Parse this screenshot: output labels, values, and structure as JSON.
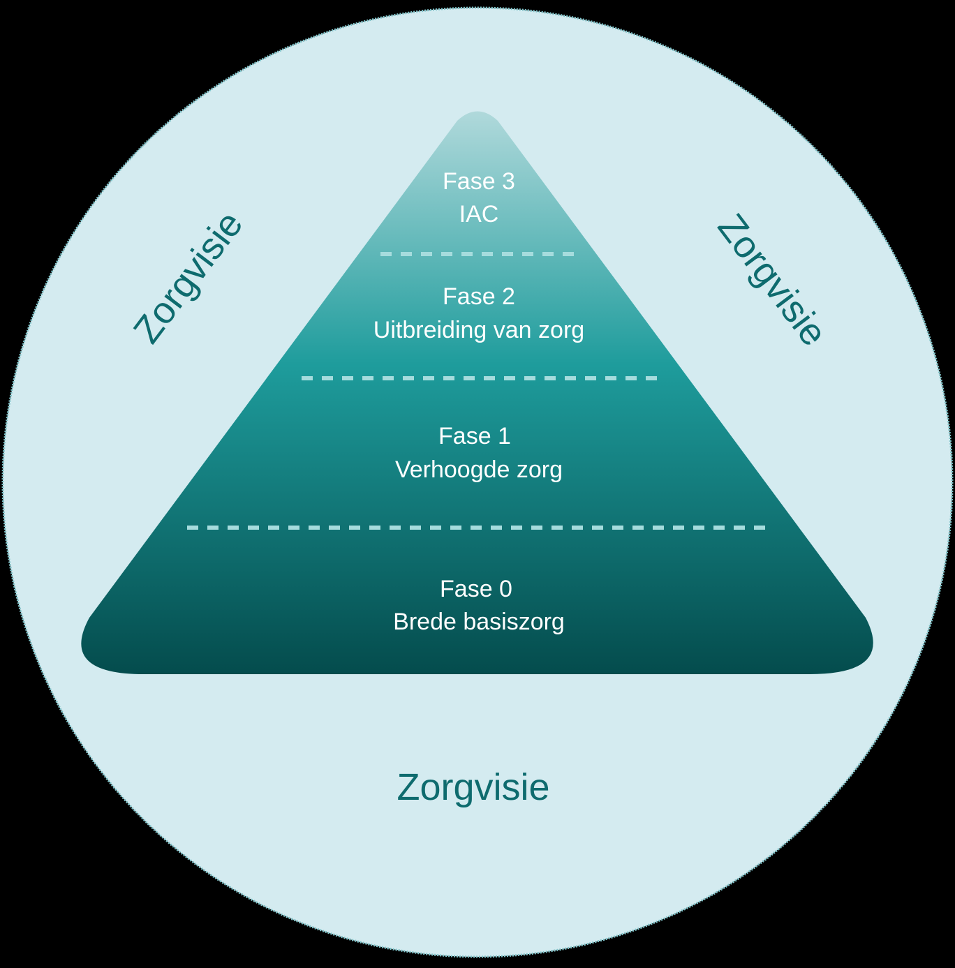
{
  "colors": {
    "background": "#000000",
    "circle_fill": "#d4ebf0",
    "circle_stroke": "#7fc3c9",
    "vision_text": "#0e6b6e",
    "pyramid_top": "#b0d9db",
    "pyramid_middle": "#1e9c9c",
    "pyramid_bottom": "#044c4d",
    "divider": "#a6dcdd"
  },
  "vision": {
    "left": "Zorgvisie",
    "right": "Zorgvisie",
    "bottom": "Zorgvisie"
  },
  "phases": [
    {
      "title": "Fase 3",
      "subtitle": "IAC"
    },
    {
      "title": "Fase 2",
      "subtitle": "Uitbreiding van zorg"
    },
    {
      "title": "Fase 1",
      "subtitle": "Verhoogde zorg"
    },
    {
      "title": "Fase 0",
      "subtitle": "Brede basiszorg"
    }
  ]
}
